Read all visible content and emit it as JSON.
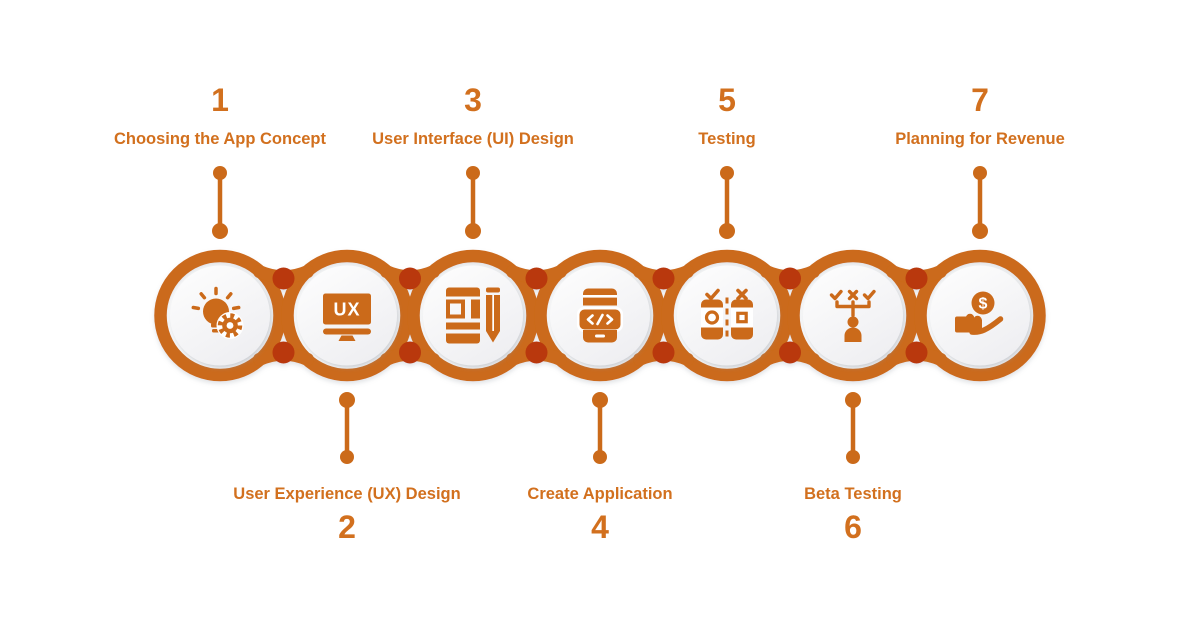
{
  "diagram": {
    "type": "process-timeline",
    "step_count": 7
  },
  "colors": {
    "orange": "#CB6A1A",
    "text_orange": "#D2701E",
    "junction_red": "#B9380C",
    "circle_light": "#FDFDFE",
    "circle_shade": "#EFEFF2",
    "background": "#FFFFFF",
    "icon_white": "#FFFFFF"
  },
  "steps": [
    {
      "number": "1",
      "label": "Choosing the App Concept",
      "label_position": "top",
      "icon": "idea-gear-icon"
    },
    {
      "number": "2",
      "label": "User Experience (UX) Design",
      "label_position": "bottom",
      "icon": "ux-monitor-icon"
    },
    {
      "number": "3",
      "label": "User Interface (UI) Design",
      "label_position": "top",
      "icon": "wireframe-pencil-icon"
    },
    {
      "number": "4",
      "label": "Create Application",
      "label_position": "bottom",
      "icon": "phone-code-icon"
    },
    {
      "number": "5",
      "label": "Testing",
      "label_position": "top",
      "icon": "ab-testing-icon"
    },
    {
      "number": "6",
      "label": "Beta Testing",
      "label_position": "bottom",
      "icon": "user-feedback-icon"
    },
    {
      "number": "7",
      "label": "Planning for Revenue",
      "label_position": "top",
      "icon": "hand-dollar-icon"
    }
  ],
  "icon_texts": {
    "monitor_label": "UX",
    "coin_symbol": "$"
  }
}
